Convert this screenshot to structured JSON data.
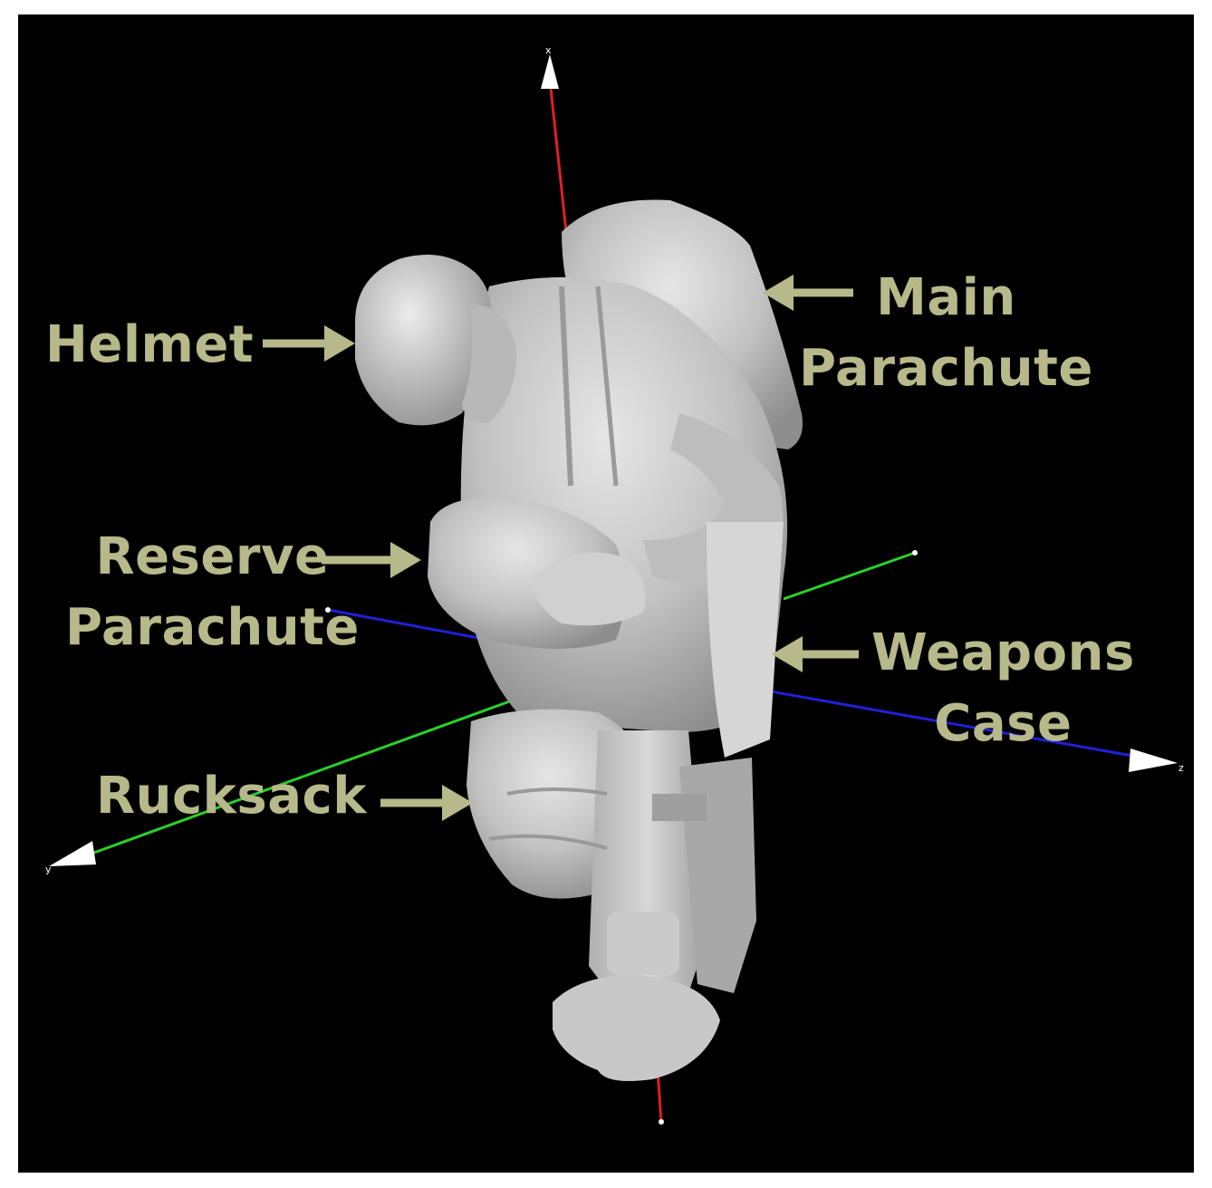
{
  "viewer": {
    "background": "#000000",
    "model_color": "#c4c4c4"
  },
  "axes": {
    "x": {
      "label": "x",
      "color": "#e02020"
    },
    "y": {
      "label": "y",
      "color": "#2ad02a"
    },
    "z": {
      "label": "z",
      "color": "#2020d8"
    }
  },
  "annotations": {
    "color": "#b7b98a",
    "helmet": {
      "line1": "Helmet"
    },
    "main_parachute": {
      "line1": "Main",
      "line2": "Parachute"
    },
    "reserve_parachute": {
      "line1": "Reserve",
      "line2": "Parachute"
    },
    "weapons_case": {
      "line1": "Weapons",
      "line2": "Case"
    },
    "rucksack": {
      "line1": "Rucksack"
    }
  }
}
